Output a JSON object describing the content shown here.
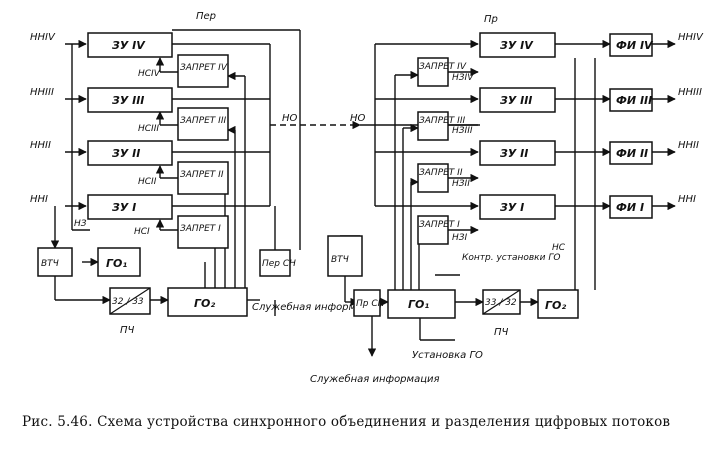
{
  "diagram": {
    "tx": {
      "title": "Пер",
      "inputs": [
        "ННIV",
        "ННIII",
        "ННII",
        "ННI"
      ],
      "storage": [
        "ЗУ IV",
        "ЗУ III",
        "ЗУ II",
        "ЗУ I"
      ],
      "inhibit": [
        "ЗАПРЕТ IV",
        "ЗАПРЕТ III",
        "ЗАПРЕТ II",
        "ЗАПРЕТ I"
      ],
      "nc_labels": [
        "НСIV",
        "НСIII",
        "НСII",
        "НСI"
      ],
      "nz_label": "НЗ",
      "vtch": "ВТЧ",
      "go1": "ГО₁",
      "go2": "ГО₂",
      "pch_box": "32 / 33",
      "pch_label": "ПЧ",
      "per_sn": "Пер СН",
      "service_info": "Служебная информация",
      "output_label": "НО"
    },
    "rx": {
      "title": "Пр",
      "input_label": "НО",
      "storage": [
        "ЗУ IV",
        "ЗУ III",
        "ЗУ II",
        "ЗУ I"
      ],
      "inhibit": [
        "ЗАПРЕТ IV",
        "ЗАПРЕТ III",
        "ЗАПРЕТ II",
        "ЗАПРЕТ I"
      ],
      "nz_labels": [
        "НЗIV",
        "НЗIII",
        "НЗII",
        "НЗI"
      ],
      "fi": [
        "ФИ IV",
        "ФИ III",
        "ФИ II",
        "ФИ I"
      ],
      "outputs": [
        "ННIV",
        "ННIII",
        "ННII",
        "ННI"
      ],
      "nc_label": "НС",
      "vtch": "ВТЧ",
      "pr_sn": "Пр СН",
      "go1": "ГО₁",
      "go2": "ГО₂",
      "pch_box": "33 / 32",
      "pch_label": "ПЧ",
      "control_label": "Контр. установки ГО",
      "setup_label": "Установка ГО",
      "service_info": "Служебная информация"
    },
    "caption": "Рис. 5.46. Схема устройства синхронного объединения и разделения цифровых потоков"
  }
}
